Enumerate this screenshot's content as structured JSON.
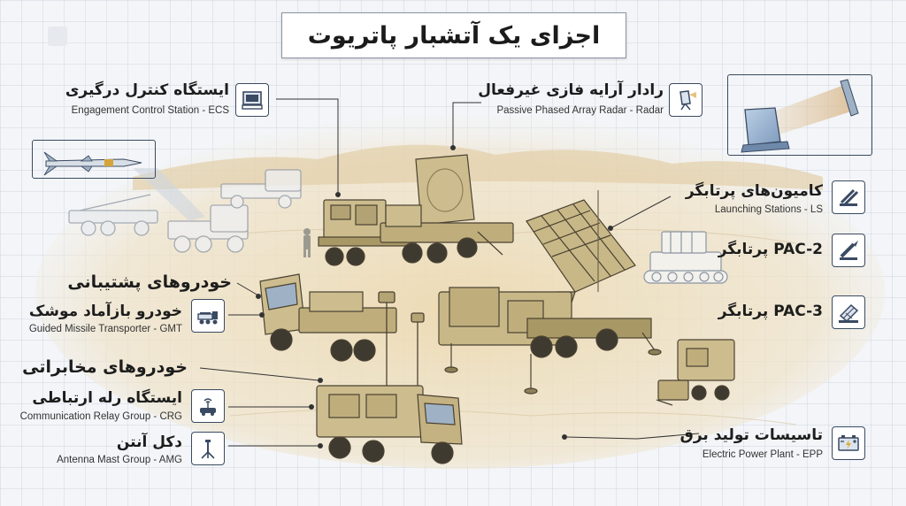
{
  "title": "اجزای یک آتشبار پاتریوت",
  "labels": {
    "ecs": {
      "fa": "ایستگاه کنترل درگیری",
      "en": "Engagement Control Station - ECS"
    },
    "radar": {
      "fa": "رادار آرایه فازی غیرفعال",
      "en": "Passive Phased Array Radar - Radar"
    },
    "ls": {
      "fa": "کامیون‌های پرتابگر",
      "en": "Launching Stations - LS"
    },
    "pac2": {
      "fa": "PAC-2 پرتابگر"
    },
    "pac3": {
      "fa": "PAC-3 پرتابگر"
    },
    "support": {
      "fa": "خودروهای پشتیبانی"
    },
    "gmt": {
      "fa": "خودرو بازآماد موشک",
      "en": "Guided Missile Transporter - GMT"
    },
    "comm": {
      "fa": "خودروهای مخابراتی"
    },
    "crg": {
      "fa": "ایستگاه رله ارتباطی",
      "en": "Communication Relay Group - CRG"
    },
    "amg": {
      "fa": "دکل آنتن",
      "en": "Antenna Mast Group - AMG"
    },
    "epp": {
      "fa": "تاسیسات تولید برق",
      "en": "Electric Power Plant - EPP"
    }
  },
  "icons": {
    "ecs": "computer-terminal-icon",
    "radar": "radar-panel-icon",
    "ls": "missile-launcher-icon",
    "pac2": "single-tube-launcher-icon",
    "pac3": "multi-canister-launcher-icon",
    "gmt": "transport-truck-icon",
    "crg": "relay-vehicle-icon",
    "amg": "antenna-mast-icon",
    "epp": "battery-generator-icon"
  },
  "colors": {
    "vehicle_tan": "#c9b887",
    "vehicle_dark": "#8e7f56",
    "ink": "#3a4a62",
    "sand": "#ead9b6"
  }
}
